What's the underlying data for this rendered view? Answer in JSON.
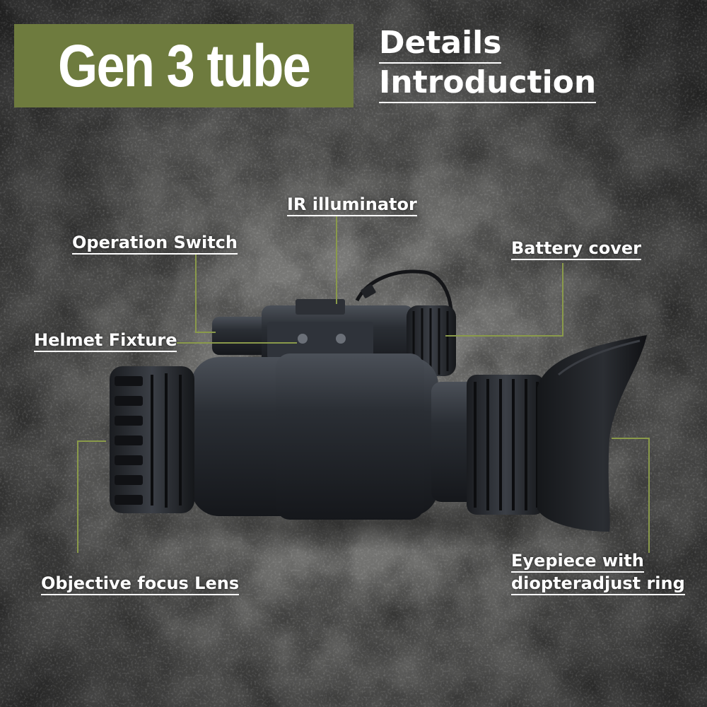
{
  "badge": {
    "text": "Gen 3 tube"
  },
  "heading": {
    "line1": "Details",
    "line2": "Introduction"
  },
  "labels": {
    "ir_illuminator": "IR illuminator",
    "operation_switch": "Operation Switch",
    "battery_cover": "Battery cover",
    "helmet_fixture": "Helmet Fixture",
    "objective_focus_lens": "Objective focus Lens",
    "eyepiece_line1": "Eyepiece with",
    "eyepiece_line2": "diopteradjust ring"
  },
  "colors": {
    "badge": "#6e7b3e",
    "leader": "#8a9a4a",
    "text": "#ffffff"
  }
}
